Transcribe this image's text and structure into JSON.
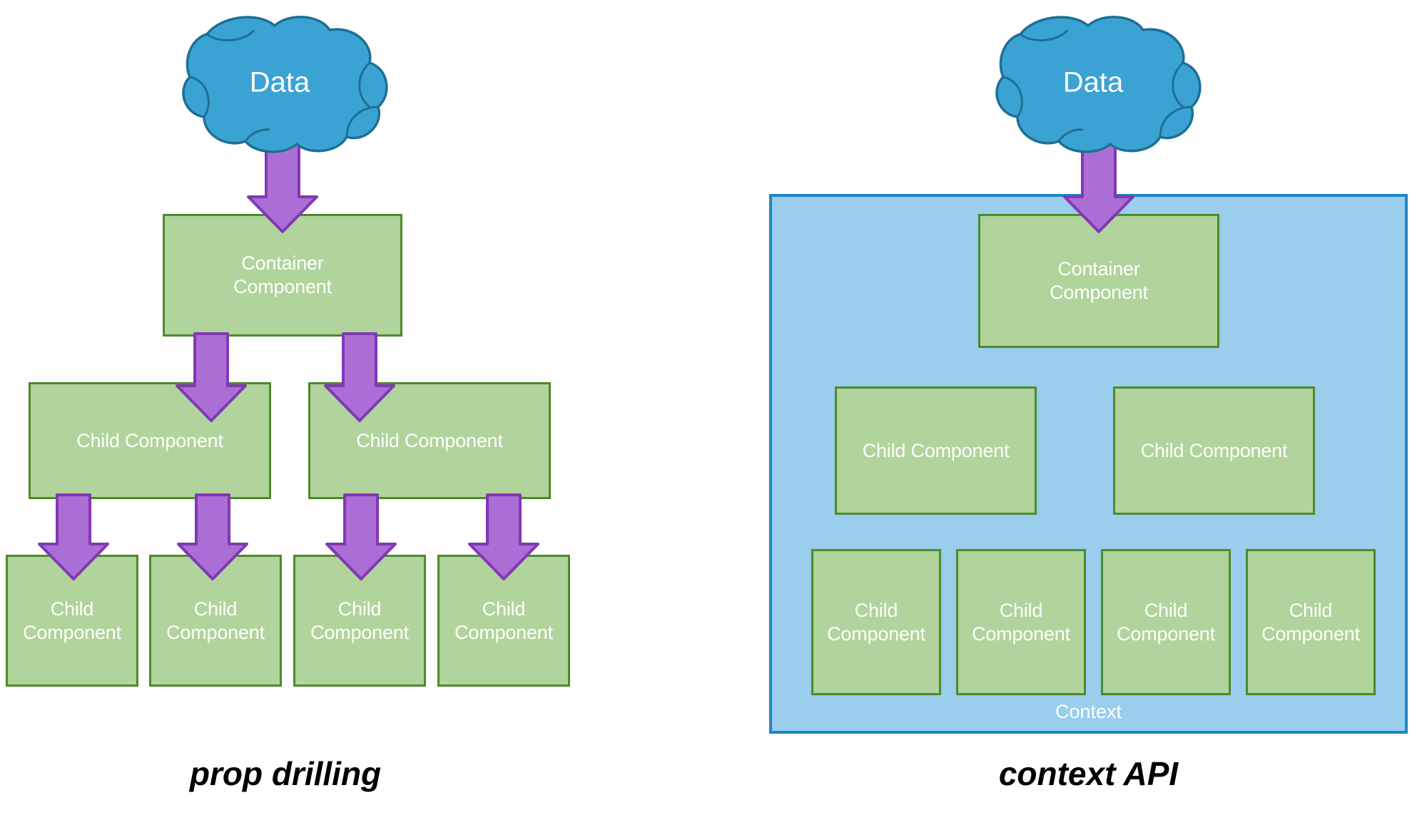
{
  "diagram": {
    "title_left": "prop drilling",
    "title_right": "context API",
    "labels": {
      "data": "Data",
      "container_component": "Container\nComponent",
      "child_component": "Child Component",
      "child_component_stacked": "Child\nComponent",
      "context": "Context"
    },
    "colors": {
      "cloud_fill": "#3ba3d4",
      "cloud_stroke": "#1d6f94",
      "arrow_fill": "#ab6ed4",
      "arrow_stroke": "#8138b5",
      "box_fill": "#b0d49b",
      "box_stroke": "#4e8a2b",
      "context_fill": "#9bcdec",
      "context_stroke": "#1f86c8",
      "box_text": "#ffffff",
      "caption_text": "#000000",
      "background": "#ffffff"
    }
  },
  "left_panel": {
    "name": "prop-drilling-diagram",
    "cloud": {
      "label": "Data"
    },
    "container": {
      "label": "Container\nComponent"
    },
    "mid_children": [
      {
        "label": "Child Component"
      },
      {
        "label": "Child Component"
      }
    ],
    "leaf_children": [
      {
        "label": "Child\nComponent"
      },
      {
        "label": "Child\nComponent"
      },
      {
        "label": "Child\nComponent"
      },
      {
        "label": "Child\nComponent"
      }
    ],
    "caption": "prop drilling",
    "arrow_count": 7
  },
  "right_panel": {
    "name": "context-api-diagram",
    "cloud": {
      "label": "Data"
    },
    "container": {
      "label": "Container\nComponent"
    },
    "mid_children": [
      {
        "label": "Child Component"
      },
      {
        "label": "Child Component"
      }
    ],
    "leaf_children": [
      {
        "label": "Child\nComponent"
      },
      {
        "label": "Child\nComponent"
      },
      {
        "label": "Child\nComponent"
      },
      {
        "label": "Child\nComponent"
      }
    ],
    "context_label": "Context",
    "caption": "context API",
    "arrow_count": 1
  }
}
